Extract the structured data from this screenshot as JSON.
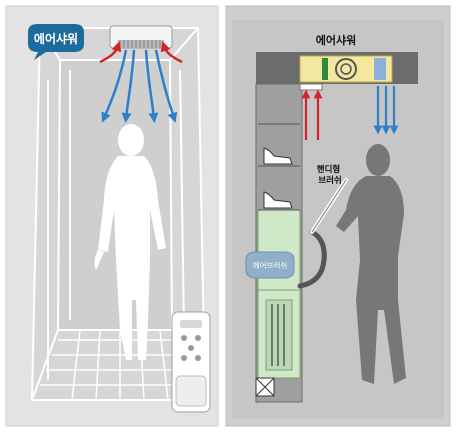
{
  "left_panel": {
    "badge_label": "에어샤워",
    "icons": [
      "ceiling-vent-icon",
      "remote-control-icon",
      "person-silhouette-icon"
    ]
  },
  "right_panel": {
    "title": "에어샤워",
    "handy_brush_label": "핸디형\n브러쉬",
    "air_brush_label": "에어브러쉬",
    "icons": [
      "fan-unit-icon",
      "shoe-icon",
      "vacuum-hose-icon",
      "person-silhouette-icon"
    ]
  },
  "colors": {
    "background": "#e6e6e6",
    "airflow_blue": "#2f7fc8",
    "airflow_red": "#d2232a",
    "badge": "#1d6b9e",
    "cabinet_green": "#cfe8c8",
    "fan_yellow": "#f2e8a0",
    "right_bg": "#c8c8c8"
  }
}
